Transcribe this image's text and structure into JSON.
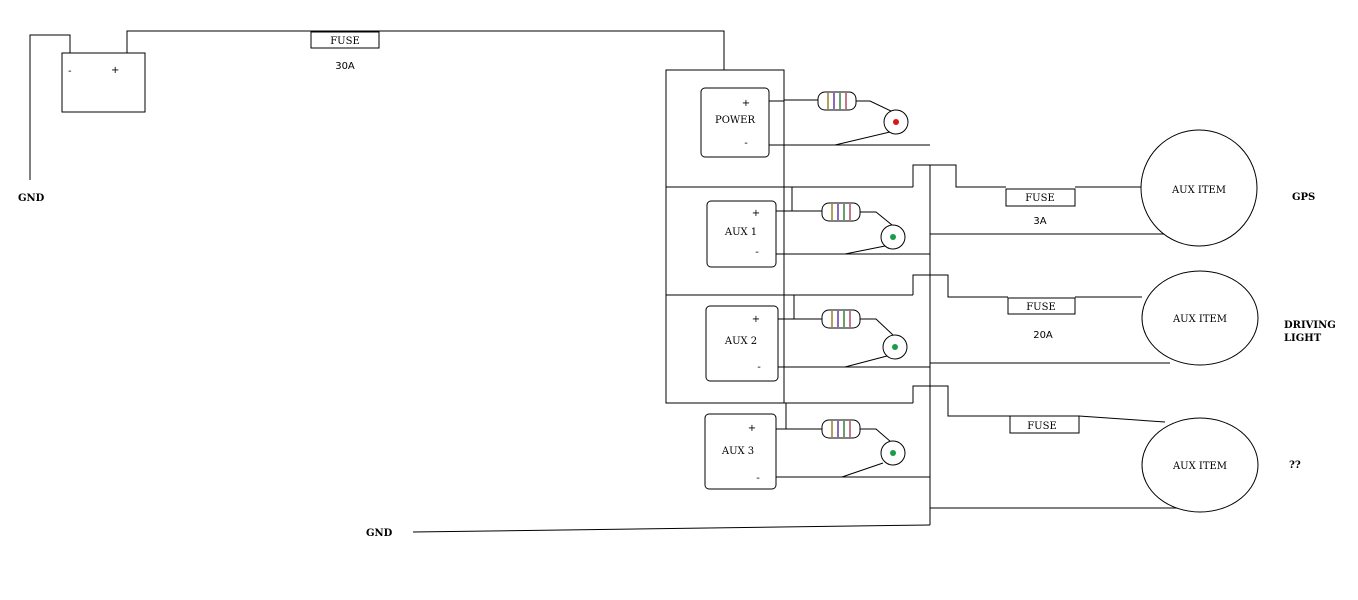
{
  "battery": {
    "neg": "-",
    "pos": "+"
  },
  "gnd_label": "GND",
  "main_fuse": {
    "label": "FUSE",
    "rating": "30A"
  },
  "switches": [
    {
      "name": "POWER",
      "plus": "+",
      "minus": "-",
      "led_color": "#d9141b"
    },
    {
      "name": "AUX 1",
      "plus": "+",
      "minus": "-",
      "led_color": "#1c9a4b"
    },
    {
      "name": "AUX 2",
      "plus": "+",
      "minus": "-",
      "led_color": "#1c9a4b"
    },
    {
      "name": "AUX 3",
      "plus": "+",
      "minus": "-",
      "led_color": "#1c9a4b"
    }
  ],
  "aux_circuits": [
    {
      "fuse": "FUSE",
      "rating": "3A",
      "item": "AUX ITEM",
      "label": "GPS"
    },
    {
      "fuse": "FUSE",
      "rating": "20A",
      "item": "AUX ITEM",
      "label": "DRIVING LIGHT",
      "label_line1": "DRIVING",
      "label_line2": "LIGHT"
    },
    {
      "fuse": "FUSE",
      "rating": "",
      "item": "AUX ITEM",
      "label": "??"
    }
  ]
}
